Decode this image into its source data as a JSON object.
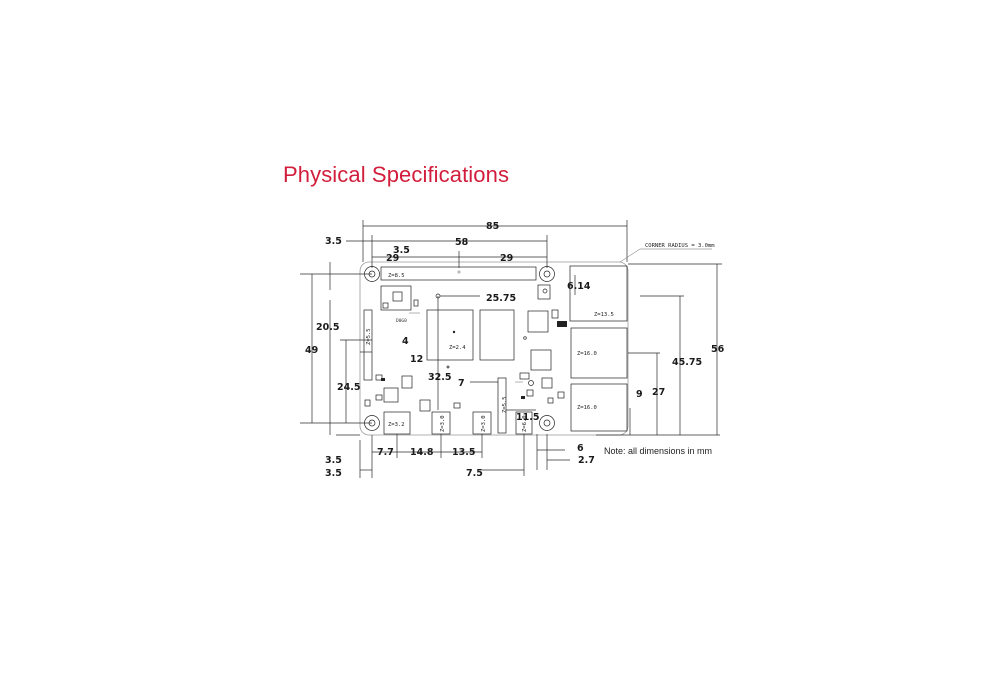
{
  "title": "Physical Specifications",
  "colors": {
    "title": "#d21e3c",
    "lines": "#2b2b2b",
    "board": "#999999"
  },
  "note": "Note: all dimensions in mm",
  "corner_radius_label": "CORNER RADIUS = 3.0mm",
  "dimensions": {
    "width_85": "85",
    "span_58": "58",
    "top_offset_3_5": "3.5",
    "left_3_5": "3.5",
    "span_29_left": "29",
    "span_29_right": "29",
    "usb_6_14": "6.14",
    "soc_25_75": "25.75",
    "height_49": "49",
    "gpio_20_5": "20.5",
    "height_24_5": "24.5",
    "hdmi_4": "4",
    "hdmi_12": "12",
    "soc_32_5": "32.5",
    "audio_7": "7",
    "csi_11_5": "11.5",
    "usb_45_75": "45.75",
    "eth_27": "27",
    "eth_9": "9",
    "height_56": "56",
    "bottom_3_5_a": "3.5",
    "bottom_3_5_b": "3.5",
    "power_7_7": "7.7",
    "hdmi_14_8": "14.8",
    "hdmi_13_5": "13.5",
    "audio_7_5": "7.5",
    "cam_6": "6",
    "cam_2_7": "2.7"
  },
  "z_labels": {
    "gpio": "Z=8.5",
    "usb_top": "Z=13.5",
    "usb_mid": "Z=16.0",
    "usb_bot": "Z=16.0",
    "soc": "Z=2.4",
    "power": "Z=3.2",
    "hdmi0": "Z=3.0",
    "hdmi1": "Z=3.0",
    "dsi": "Z=5.5",
    "csi": "Z=5.5",
    "audio": "Z=6.0"
  },
  "silkscreen": {
    "chip_code": "D0G0"
  }
}
